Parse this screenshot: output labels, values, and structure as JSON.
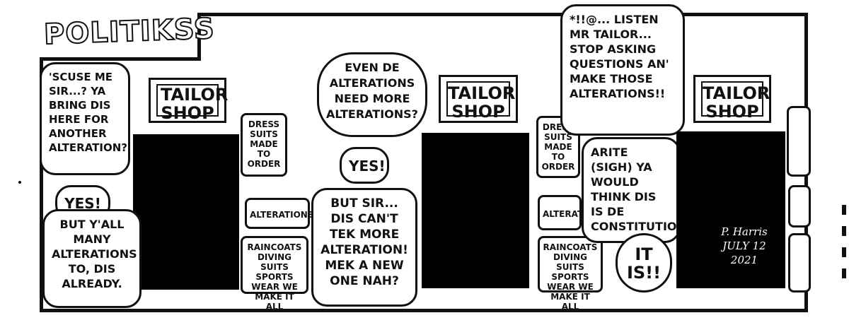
{
  "title": "POLITIKSS",
  "sign_text": "TAILOR SHOP",
  "panel1": {
    "bubble_customer": "'SCUSE ME SIR...? YA BRING DIS HERE FOR ANOTHER ALTERATION?",
    "bubble_yes": "YES!",
    "bubble_many": "BUT Y'ALL MANY ALTERATIONS TO, DIS ALREADY."
  },
  "panel2": {
    "sign_dress": "DRESS SUITS MADE TO ORDER",
    "sign_alter": "ALTERATIONS",
    "sign_rain": "RAINCOATS DIVING SUITS SPORTS WEAR WE MAKE IT ALL",
    "bubble_even": "EVEN DE ALTERATIONS NEED MORE ALTERATIONS?",
    "bubble_yes": "YES!",
    "bubble_but": "BUT SIR... DIS CAN'T TEK MORE ALTERATION! MEK A NEW ONE NAH?"
  },
  "panel3": {
    "sign_dress": "DRESS SUITS MADE TO ORDER",
    "sign_alter": "ALTERAT",
    "sign_rain": "RAINCOATS DIVING SUITS SPORTS WEAR WE MAKE IT ALL",
    "bubble_listen": "*!!@... LISTEN MR TAILOR... STOP ASKING QUESTIONS AN' MAKE THOSE ALTERATIONS!!",
    "bubble_arite": "ARITE (SIGH) YA WOULD THINK DIS IS DE CONSTITUTION...?",
    "bubble_itis": "IT IS!!",
    "signature": "P. Harris\nJULY 12\n2021"
  }
}
